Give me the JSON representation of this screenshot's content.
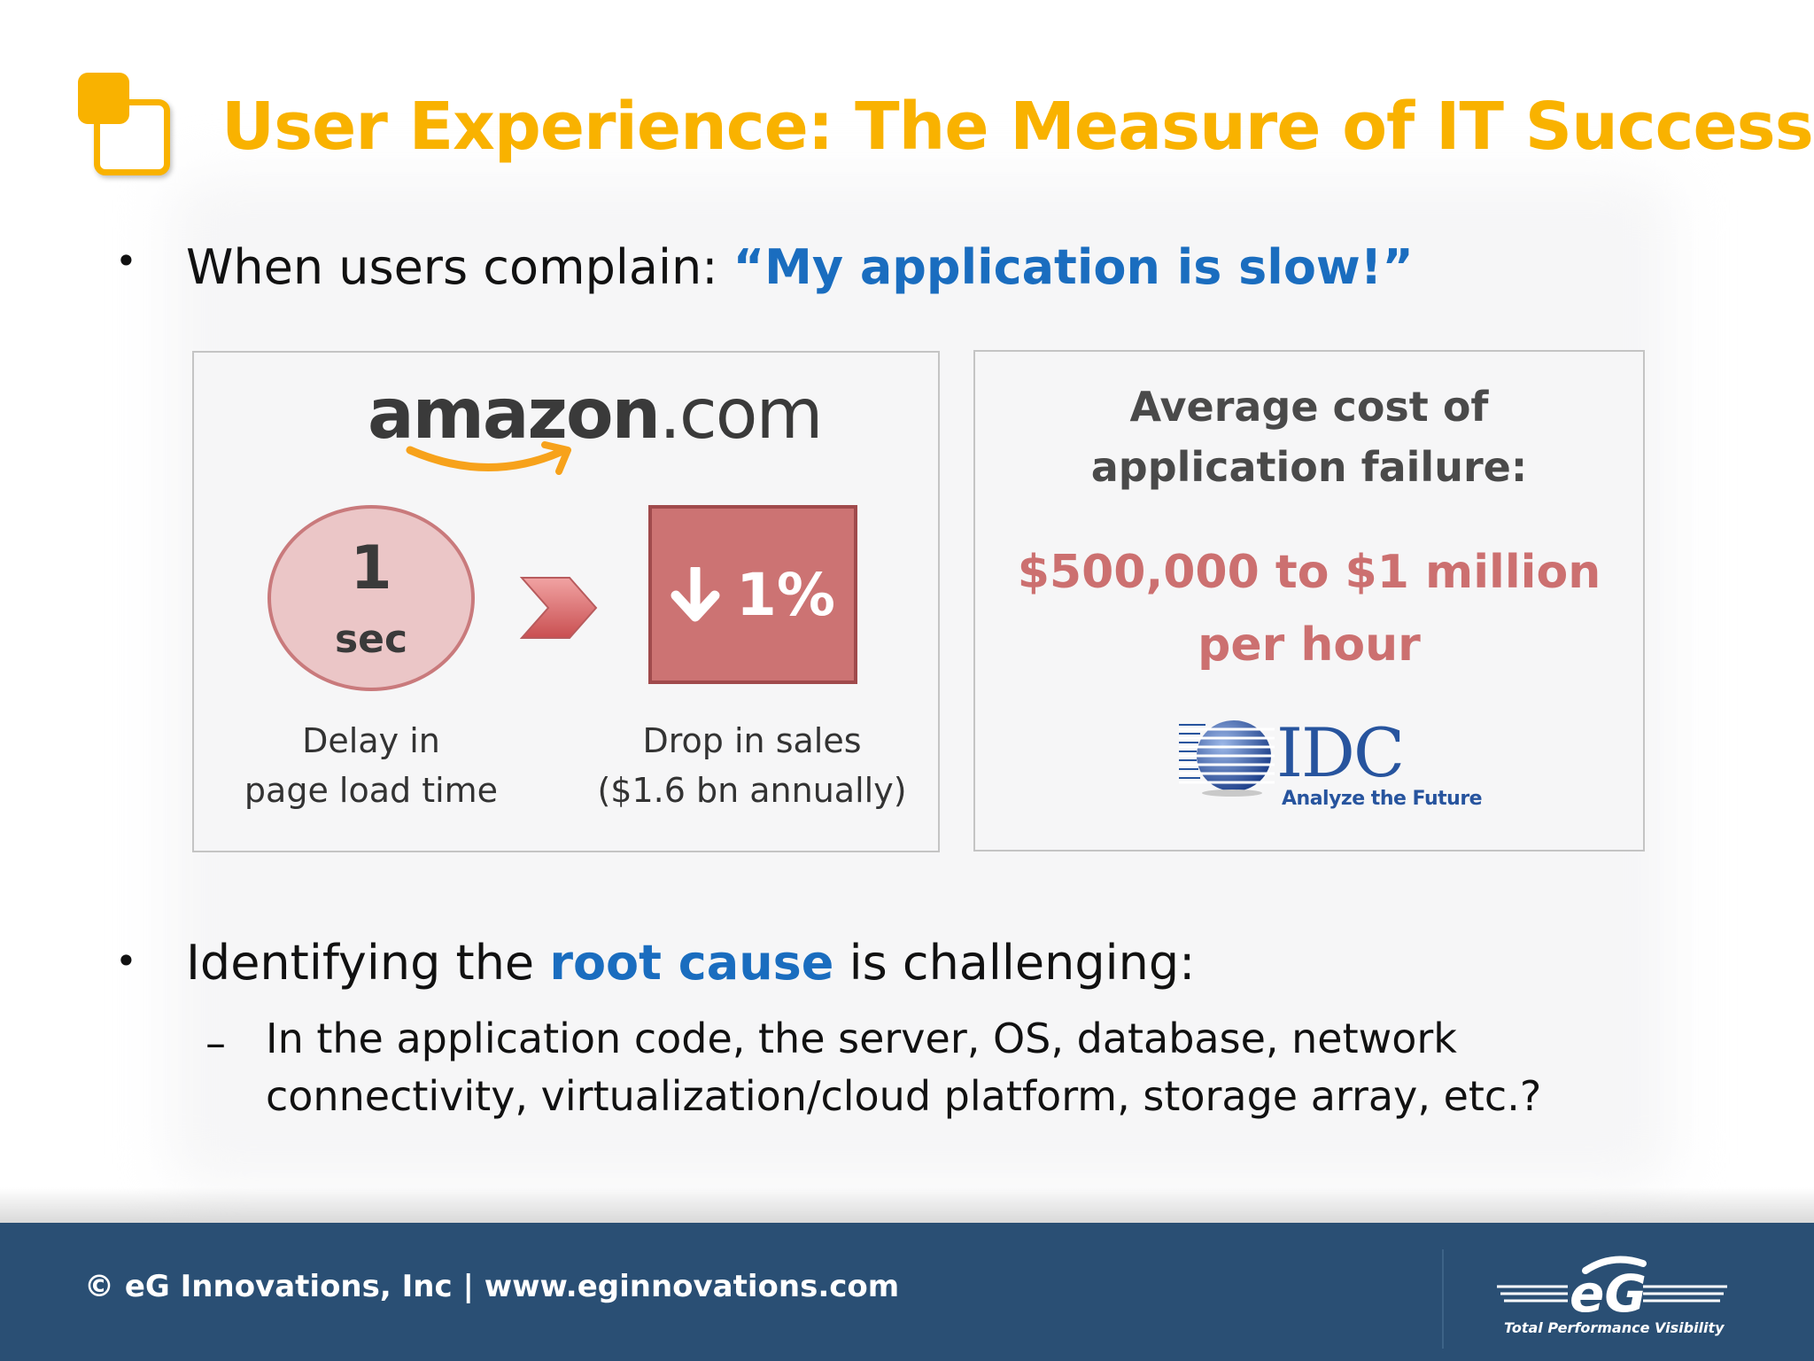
{
  "title": "User Experience: The Measure of IT Success",
  "bullet1": {
    "prefix": "When users complain: ",
    "highlight": "“My application is slow!”"
  },
  "amazon_panel": {
    "logo_text_bold": "amazon",
    "logo_text_rest": ".com",
    "delay_value": "1",
    "delay_unit": "sec",
    "drop_value": "1%",
    "caption_left": [
      "Delay in",
      "page load time"
    ],
    "caption_right": [
      "Drop in sales",
      "($1.6 bn annually)"
    ]
  },
  "idc_panel": {
    "heading": [
      "Average cost of",
      "application failure:"
    ],
    "value": [
      "$500,000 to $1 million",
      "per hour"
    ],
    "logo_text": "IDC",
    "logo_tagline": "Analyze the Future"
  },
  "bullet2": {
    "prefix": "Identifying the ",
    "highlight": "root cause",
    "suffix": " is challenging:",
    "sub_dash": "–",
    "sub": "In the application code, the server, OS, database, network connectivity, virtualization/cloud platform, storage array, etc.?"
  },
  "bullet_symbol": "•",
  "footer": {
    "text": "© eG Innovations, Inc  |  www.eginnovations.com",
    "logo_tagline": "Total Performance Visibility"
  },
  "colors": {
    "title": "#f9b200",
    "highlight": "#1a6dbf",
    "accent_red": "#cc7373",
    "footer_bg": "#2a4f74",
    "idc_blue": "#27549e"
  }
}
